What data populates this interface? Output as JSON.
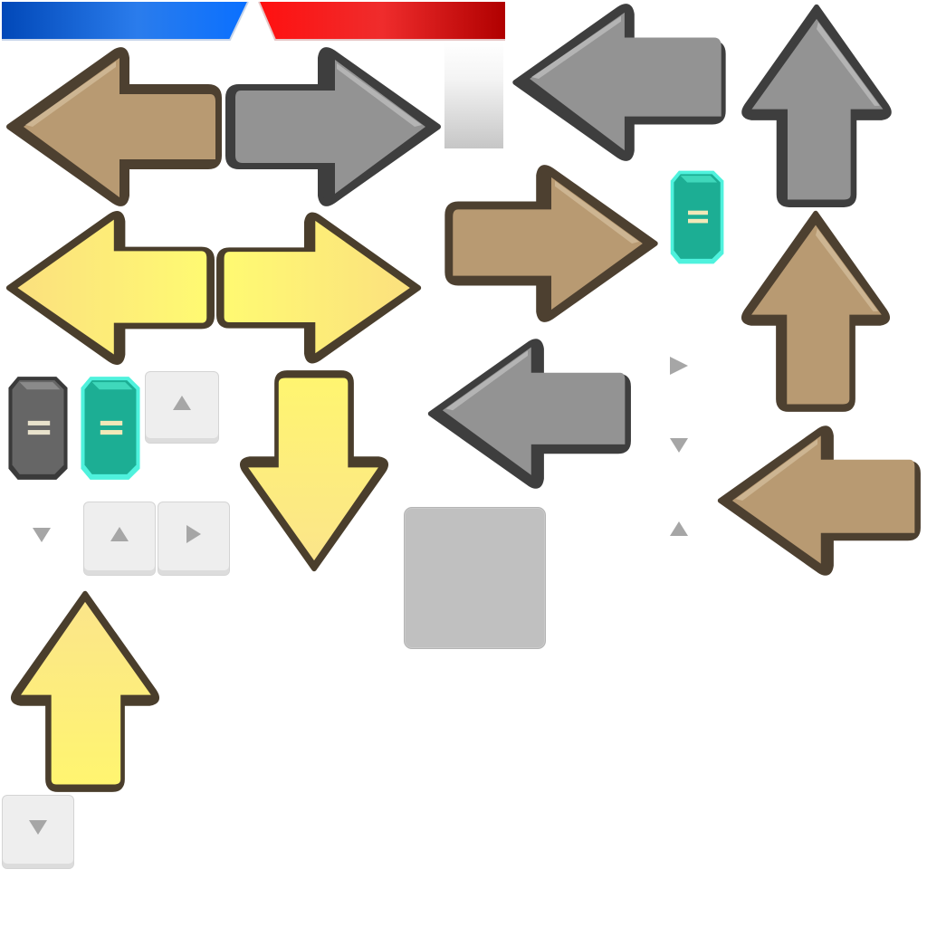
{
  "sheet": {
    "description_colors": {
      "blue_bar": "#0a6af2",
      "red_bar": "#e8121b",
      "arrow_brown": "#b89a74",
      "arrow_gray": "#929292",
      "arrow_yellow": "#fbf27a",
      "arrow_outline": "#4a3e2c",
      "badge_teal": "#20c7a9",
      "badge_gray": "#646464",
      "key_light": "#eeeeee",
      "triangle_gray": "#a6a6a6"
    }
  },
  "icons": {
    "vs_bar": "versus-bar",
    "arrows": [
      "arrow-left-brown-icon",
      "arrow-right-gray-icon",
      "arrow-left-gray-icon",
      "arrow-down-gray-icon",
      "arrow-right-brown-icon",
      "arrow-down-brown-icon",
      "arrow-left-yellow-icon",
      "arrow-right-yellow-icon",
      "arrow-up-yellow-icon",
      "arrow-left-gray-icon",
      "arrow-left-brown-icon",
      "arrow-down-yellow-icon"
    ],
    "badges": [
      "equals-badge-gray-icon",
      "equals-badge-teal-icon",
      "equals-badge-teal-icon"
    ],
    "keys": [
      "key-up-button",
      "key-up-button",
      "key-right-button",
      "key-down-button"
    ],
    "triangles": [
      "triangle-right-icon",
      "triangle-down-icon",
      "triangle-up-icon",
      "triangle-down-icon"
    ]
  }
}
